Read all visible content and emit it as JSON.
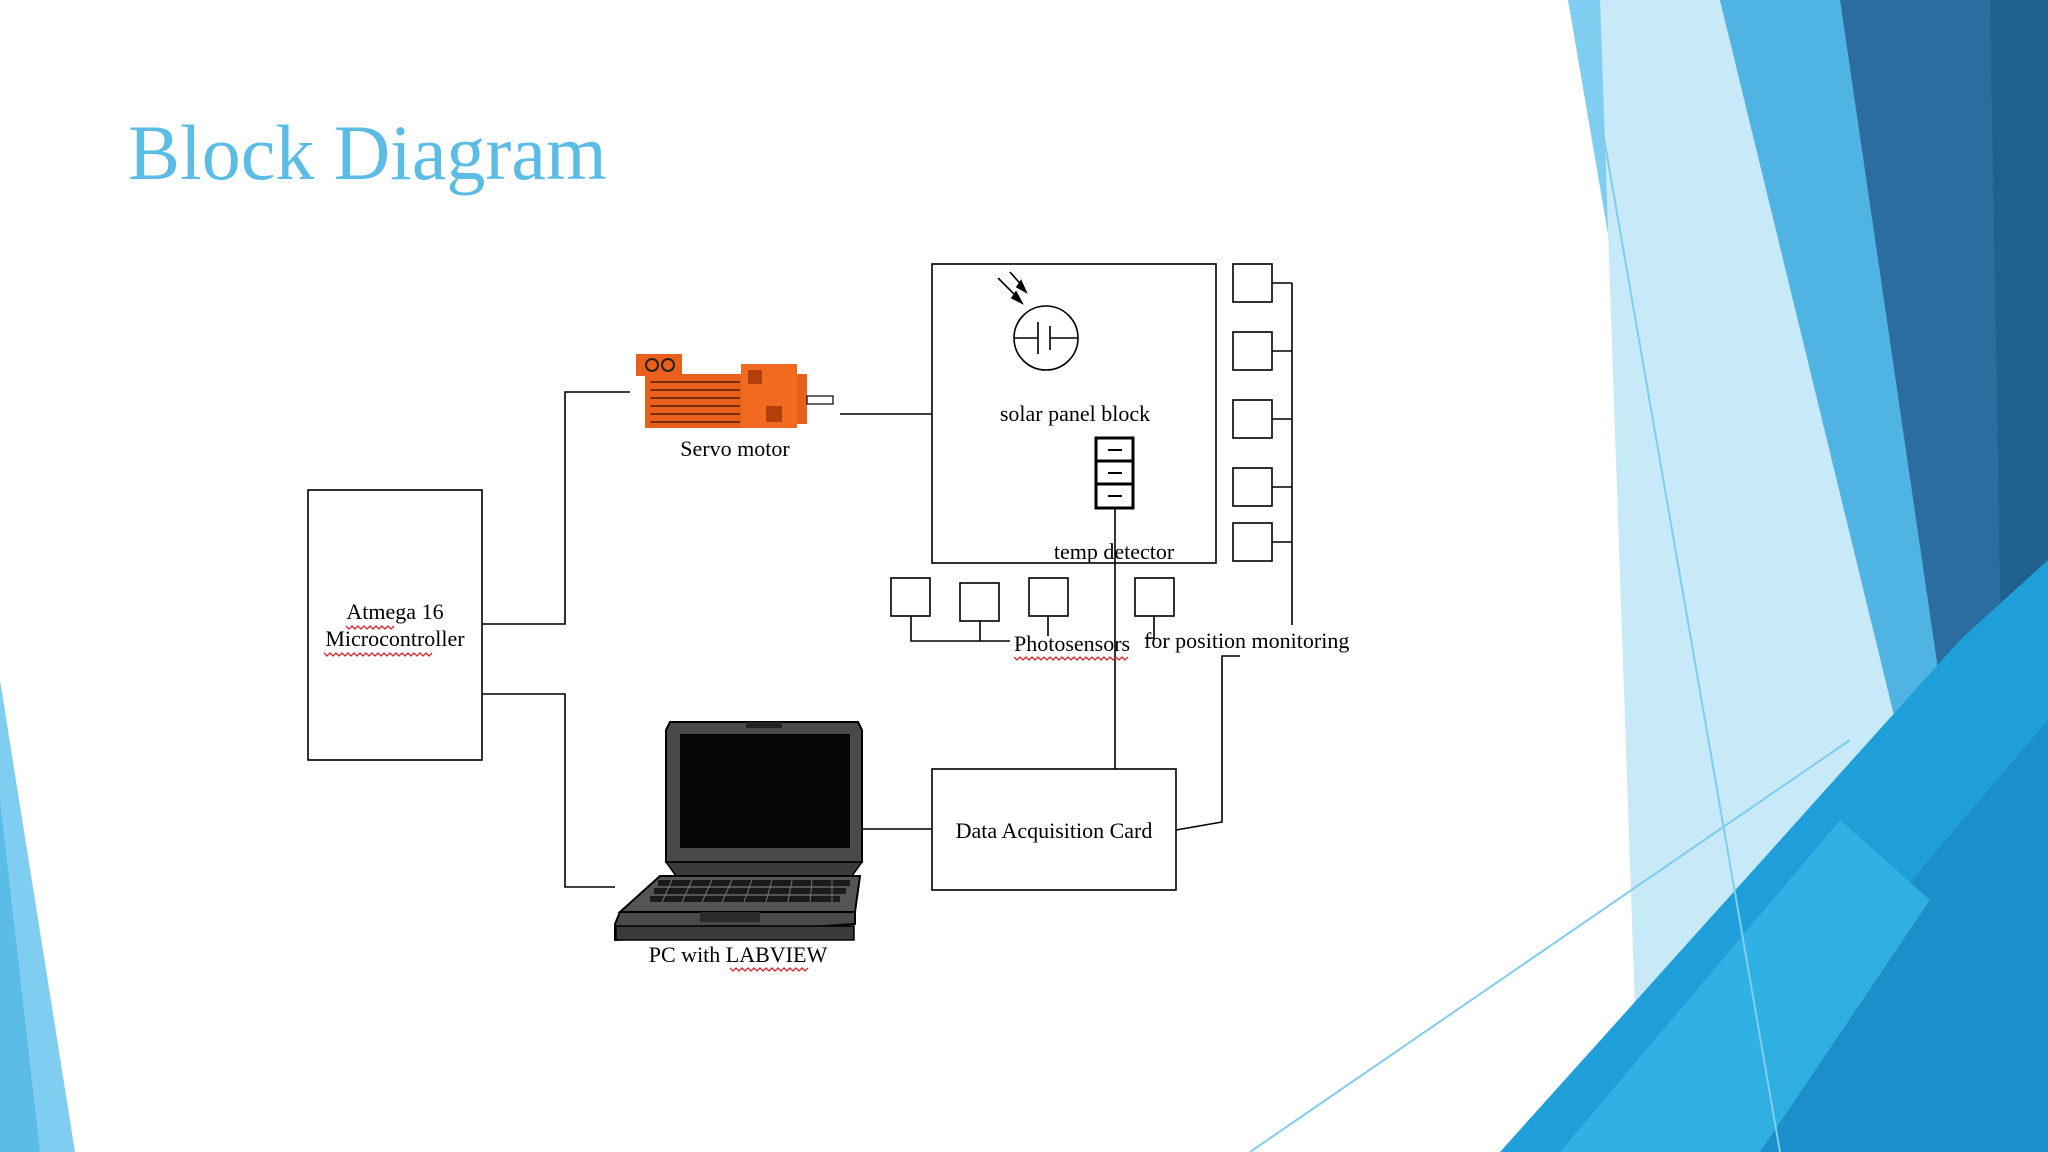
{
  "slide": {
    "title": "Block Diagram",
    "accent_colors": [
      "#5bbde6",
      "#2a6d9e",
      "#1a9ad8",
      "#7fcdf0"
    ]
  },
  "diagram": {
    "labels": {
      "microcontroller_line1": "Atmega 16",
      "microcontroller_line2": "Microcontroller",
      "servo_motor": "Servo motor",
      "solar_panel_block": "solar panel block",
      "temp_detector": "temp detector",
      "photosensors": "Photosensors",
      "for_position_monitoring": "for position monitoring",
      "data_acquisition_card": "Data Acquisition Card",
      "pc": "PC with LABVIEW"
    },
    "icons": [
      "servo-motor-icon",
      "solar-cell-icon",
      "temp-sensor-icon",
      "laptop-icon"
    ]
  }
}
